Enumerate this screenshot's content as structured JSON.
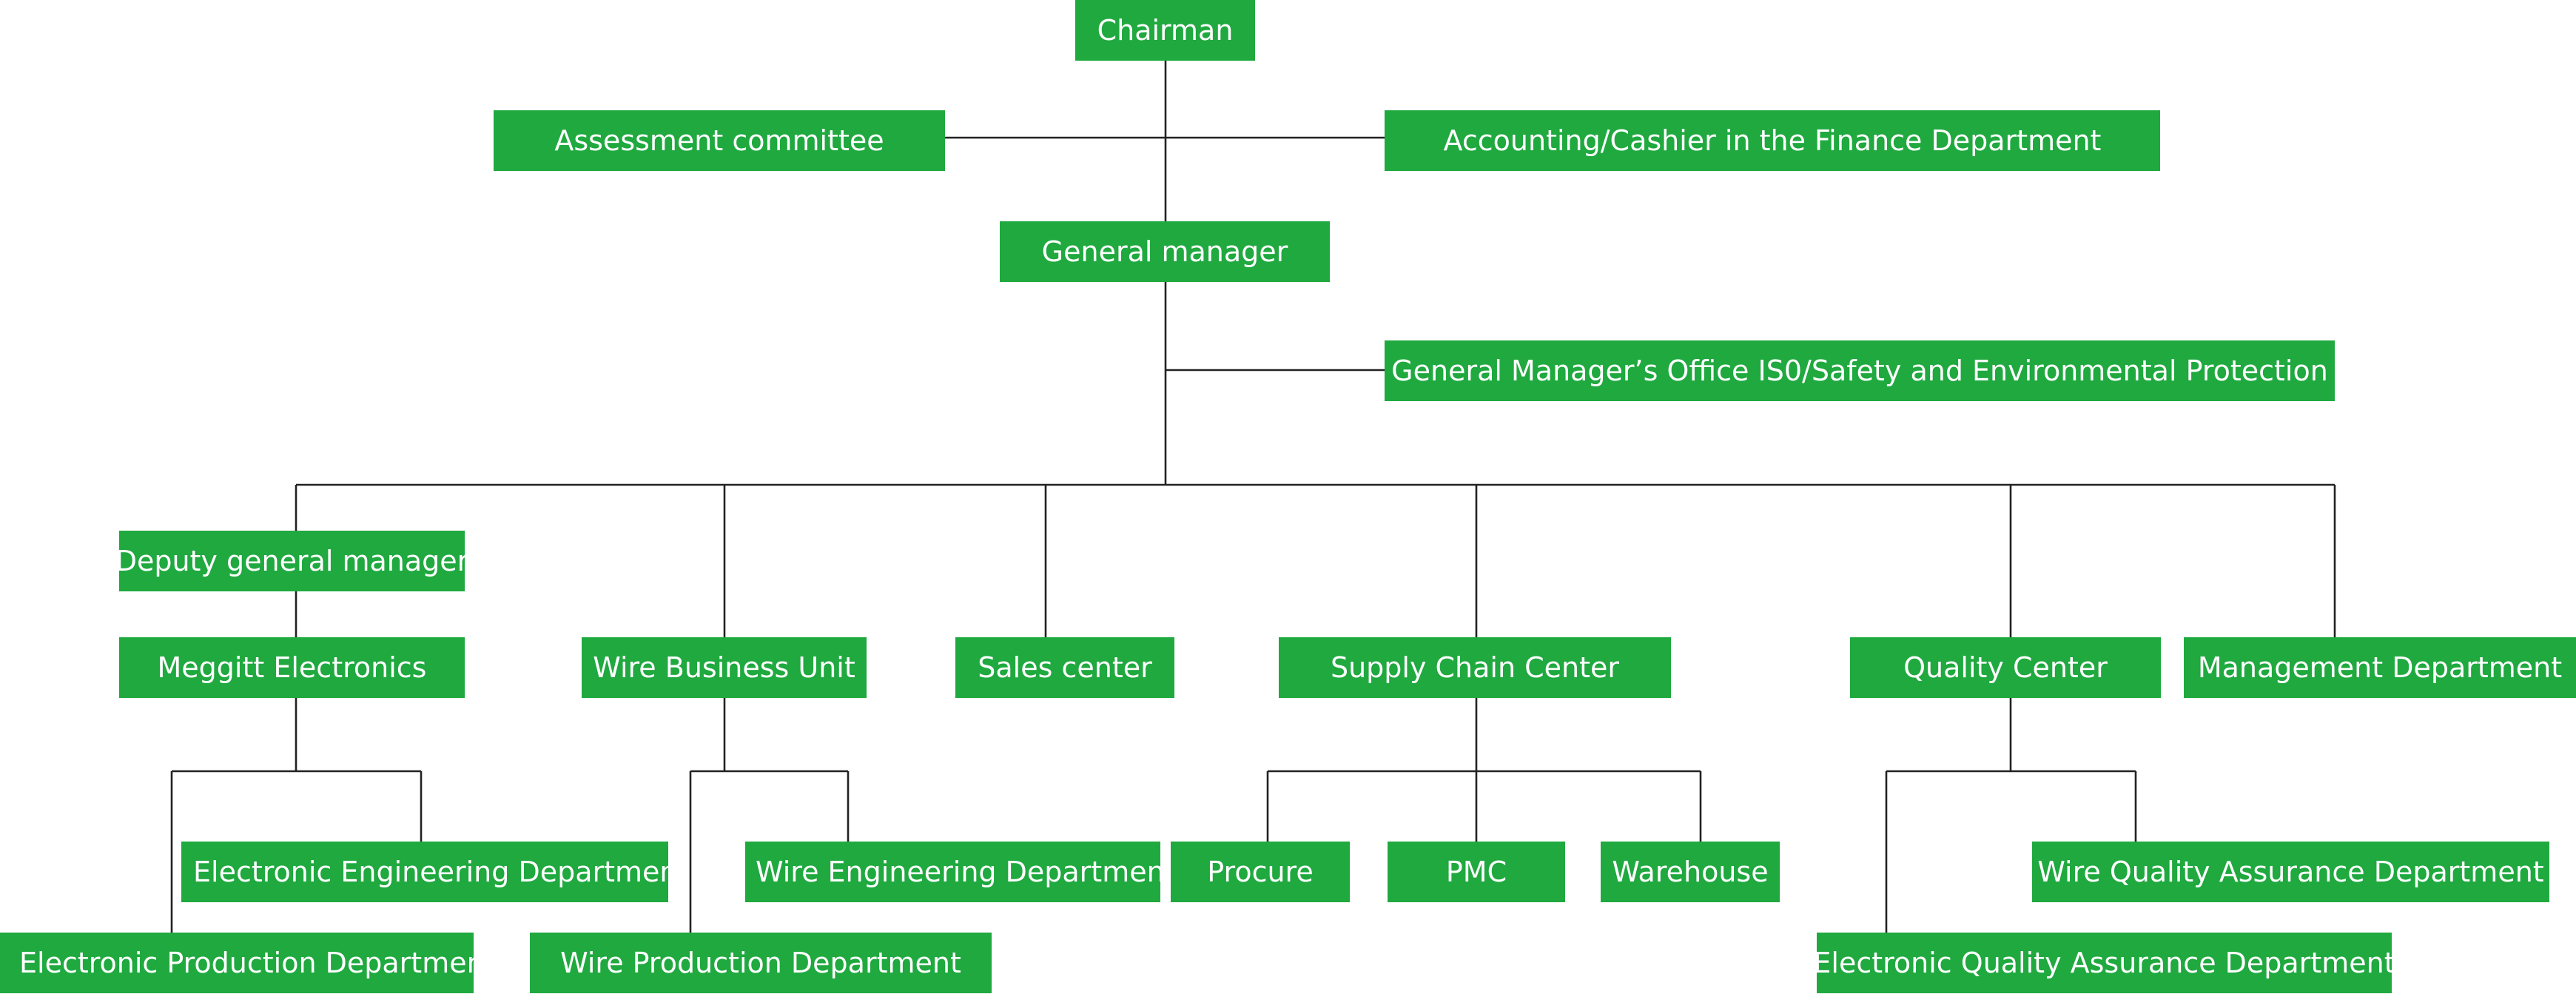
{
  "chart": {
    "accent_color": "#1fa93f",
    "line_color": "#222222",
    "nodes": {
      "chairman": "Chairman",
      "assessment_committee": "Assessment committee",
      "accounting_cashier": "Accounting/Cashier in the Finance Department",
      "general_manager": "General manager",
      "gm_office": "General Manager’s Office IS0/Safety and Environmental Protection",
      "deputy_gm": "Deputy general manager",
      "meggitt_electronics": "Meggitt Electronics",
      "wire_business_unit": "Wire Business Unit",
      "sales_center": "Sales center",
      "supply_chain_center": "Supply Chain Center",
      "quality_center": "Quality Center",
      "management_department": "Management Department",
      "electronic_engineering": "Electronic Engineering Department",
      "electronic_production": "Electronic Production Departmen",
      "wire_engineering": "Wire Engineering Department",
      "wire_production": "Wire Production Department",
      "procure": "Procure",
      "pmc": "PMC",
      "warehouse": "Warehouse",
      "wire_qa": "Wire Quality Assurance Department",
      "electronic_qa": "Electronic Quality Assurance Department"
    }
  }
}
